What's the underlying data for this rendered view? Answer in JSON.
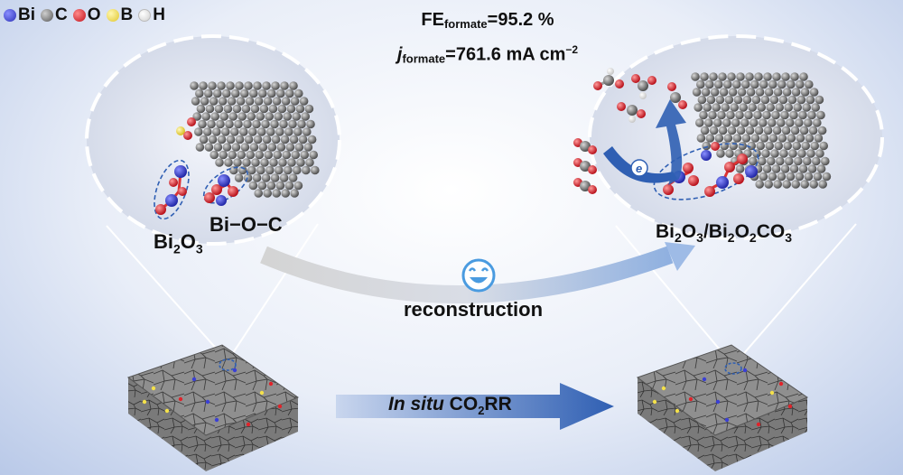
{
  "legend": [
    {
      "label": "Bi",
      "color": "#3a3fd6"
    },
    {
      "label": "C",
      "color": "#7a7a7a"
    },
    {
      "label": "O",
      "color": "#e0232a"
    },
    {
      "label": "B",
      "color": "#f4e14a"
    },
    {
      "label": "H",
      "color": "#ffffff"
    }
  ],
  "metrics": {
    "fe_prefix": "FE",
    "fe_sub": "formate",
    "fe_value": "=95.2 %",
    "j_prefix": "j",
    "j_sub": "formate",
    "j_value": "=761.6 mA cm",
    "j_sup": "−2"
  },
  "left_labels": {
    "bi2o3_a": "Bi",
    "bi2o3_a_sub": "2",
    "bi2o3_b": "O",
    "bi2o3_b_sub": "3",
    "bioc": "Bi−O−C"
  },
  "right_label": {
    "p1": "Bi",
    "s1": "2",
    "p2": "O",
    "s2": "3",
    "p3": "/Bi",
    "s3": "2",
    "p4": "O",
    "s4": "2",
    "p5": "CO",
    "s5": "3"
  },
  "reconstruction_label": "reconstruction",
  "electron_label": "e",
  "process": {
    "italic": "In situ",
    "p1": " CO",
    "s1": "2",
    "p2": "RR"
  },
  "colors": {
    "bi": "#3a3fd6",
    "c": "#7a7a7a",
    "o": "#e0232a",
    "b": "#f4e14a",
    "arrow": "#2f5fb3",
    "smiley": "#4a9be0"
  }
}
